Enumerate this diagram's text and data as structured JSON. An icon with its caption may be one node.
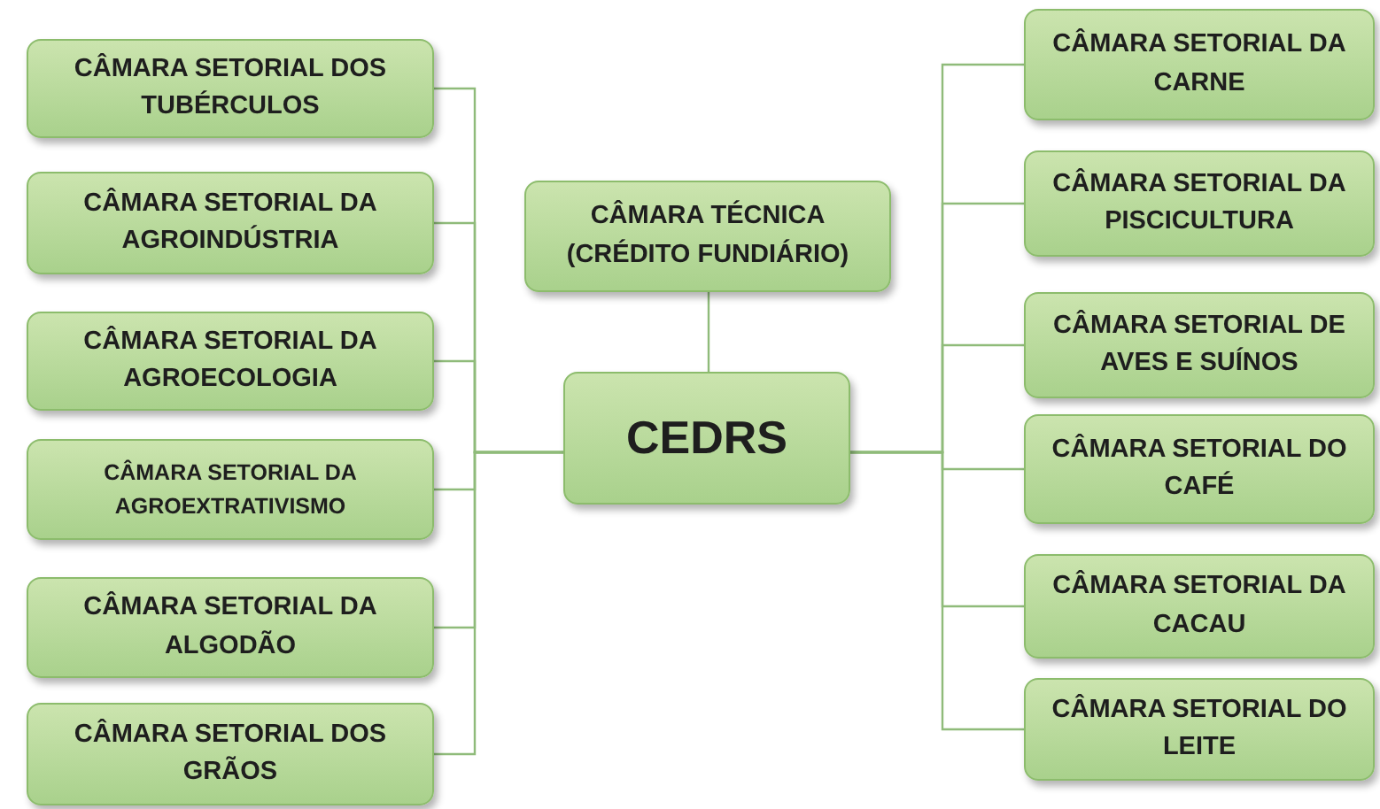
{
  "diagram": {
    "nodes": [
      {
        "text": [
          "CÂMARA SETORIAL DOS TUBÉRCULOS"
        ]
      },
      {
        "text": [
          "CÂMARA SETORIAL DA AGROINDÚSTRIA"
        ]
      },
      {
        "text": [
          "CÂMARA SETORIAL DA AGROECOLOGIA"
        ]
      },
      {
        "text": [
          "CÂMARA SETORIAL DA AGROEXTRATIVISMO"
        ]
      },
      {
        "text": [
          "CÂMARA SETORIAL DA ALGODÃO"
        ]
      },
      {
        "text": [
          "CÂMARA SETORIAL DOS GRÃOS"
        ]
      },
      {
        "text": [
          "CÂMARA TÉCNICA (CRÉDITO FUNDIÁRIO)"
        ]
      },
      {
        "text": [
          "CEDRS"
        ]
      },
      {
        "text": [
          "CÂMARA SETORIAL DA CARNE"
        ]
      },
      {
        "text": [
          "CÂMARA SETORIAL DA PISCICULTURA"
        ]
      },
      {
        "text": [
          "CÂMARA SETORIAL DE AVES E SUÍNOS"
        ]
      },
      {
        "text": [
          "CÂMARA SETORIAL DO CAFÉ"
        ]
      },
      {
        "text": [
          "CÂMARA SETORIAL DA CACAU"
        ]
      },
      {
        "text": [
          "CÂMARA SETORIAL DO LEITE"
        ]
      }
    ],
    "edges": [
      {
        "from": 7,
        "to": 0,
        "arrow": "none"
      },
      {
        "from": 7,
        "to": 1,
        "arrow": "none"
      },
      {
        "from": 7,
        "to": 2,
        "arrow": "none"
      },
      {
        "from": 7,
        "to": 3,
        "arrow": "none"
      },
      {
        "from": 7,
        "to": 4,
        "arrow": "none"
      },
      {
        "from": 7,
        "to": 5,
        "arrow": "none"
      },
      {
        "from": 7,
        "to": 6,
        "arrow": "none"
      },
      {
        "from": 7,
        "to": 8,
        "arrow": "none"
      },
      {
        "from": 7,
        "to": 9,
        "arrow": "none"
      },
      {
        "from": 7,
        "to": 10,
        "arrow": "none"
      },
      {
        "from": 7,
        "to": 11,
        "arrow": "none"
      },
      {
        "from": 7,
        "to": 12,
        "arrow": "none"
      },
      {
        "from": 7,
        "to": 13,
        "arrow": "none"
      }
    ]
  }
}
